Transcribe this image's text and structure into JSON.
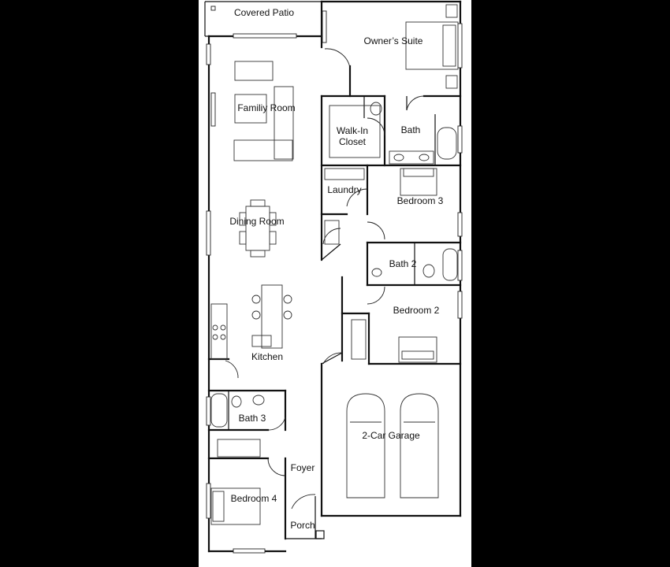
{
  "colors": {
    "background": "#000000",
    "sheet": "#ffffff",
    "wall": "#111111",
    "fixture": "#333333"
  },
  "rooms": {
    "covered_patio": "Covered Patio",
    "owners_suite": "Owner’s Suite",
    "family_room": "Familiy Room",
    "walk_in_closet_line1": "Walk-In",
    "walk_in_closet_line2": "Closet",
    "bath": "Bath",
    "laundry": "Laundry",
    "bedroom_3": "Bedroom 3",
    "dining_room": "Dining Room",
    "bath_2": "Bath 2",
    "bedroom_2": "Bedroom 2",
    "kitchen": "Kitchen",
    "bath_3": "Bath 3",
    "garage": "2-Car Garage",
    "foyer": "Foyer",
    "bedroom_4": "Bedroom 4",
    "porch": "Porch"
  }
}
